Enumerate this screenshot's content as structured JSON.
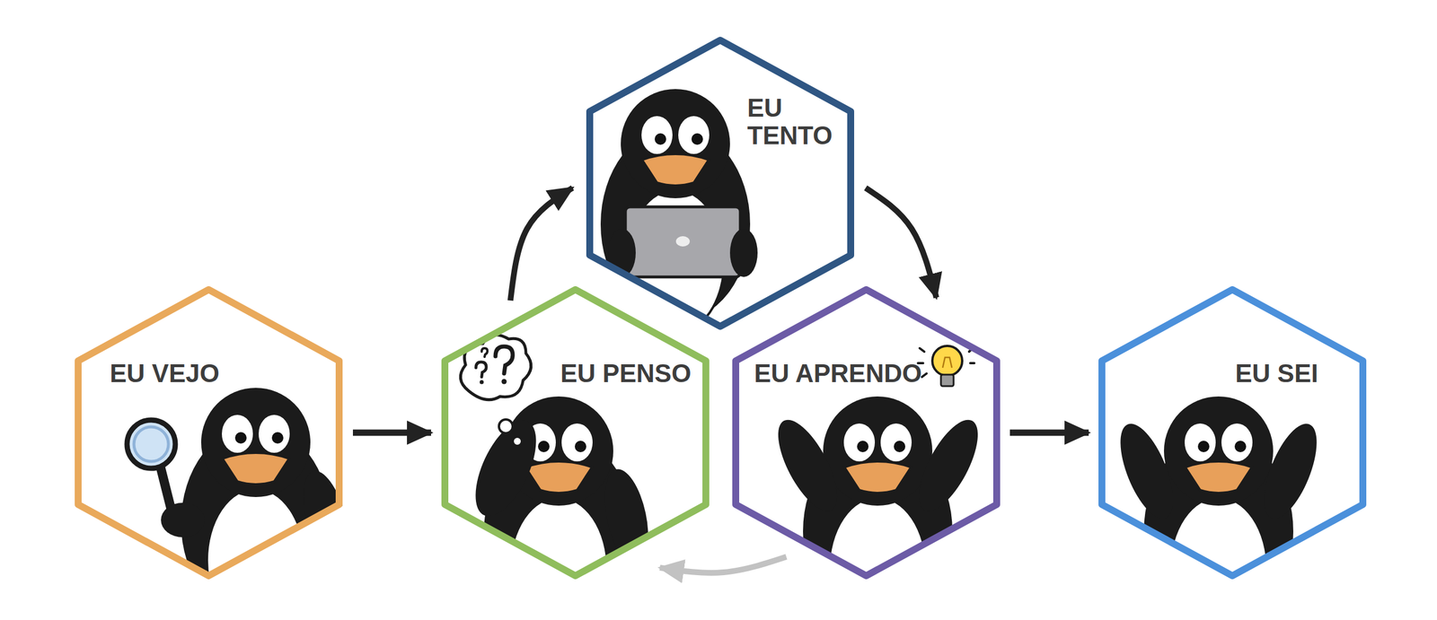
{
  "diagram": {
    "nodes": [
      {
        "text": [
          "EU VEJO"
        ]
      },
      {
        "text": [
          "EU PENSO"
        ]
      },
      {
        "text": [
          "EU TENTO"
        ]
      },
      {
        "text": [
          "EU APRENDO"
        ]
      },
      {
        "text": [
          "EU SEI"
        ]
      }
    ],
    "edges": [
      {
        "from": 0,
        "to": 1,
        "arrow": "to"
      },
      {
        "from": 1,
        "to": 2,
        "arrow": "to"
      },
      {
        "from": 2,
        "to": 3,
        "arrow": "to"
      },
      {
        "from": 3,
        "to": 1,
        "arrow": "to"
      },
      {
        "from": 3,
        "to": 4,
        "arrow": "to"
      }
    ]
  }
}
